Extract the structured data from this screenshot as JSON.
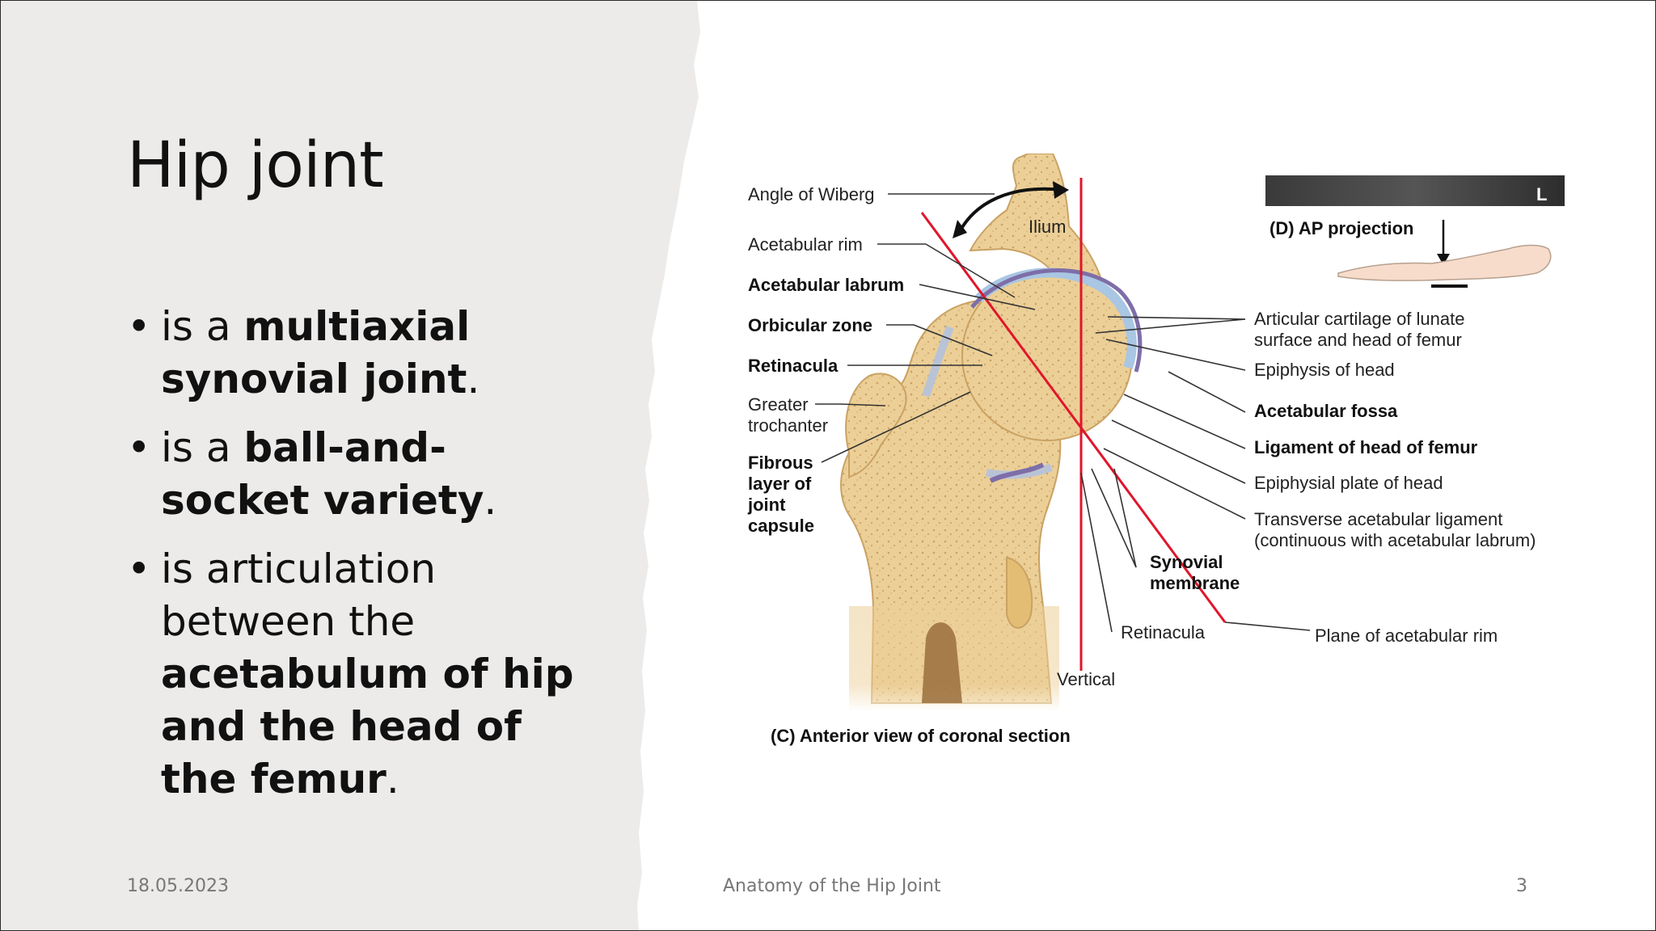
{
  "slide": {
    "title": "Hip joint",
    "bullets": [
      {
        "segments": [
          {
            "t": "is a ",
            "b": false
          },
          {
            "t": "multiaxial synovial joint",
            "b": true
          },
          {
            "t": ".",
            "b": false
          }
        ]
      },
      {
        "segments": [
          {
            "t": "is a ",
            "b": false
          },
          {
            "t": "ball-and-socket variety",
            "b": true
          },
          {
            "t": ".",
            "b": false
          }
        ]
      },
      {
        "segments": [
          {
            "t": "is articulation between the ",
            "b": false
          },
          {
            "t": "acetabulum of hip and the head of the femur",
            "b": true
          },
          {
            "t": ".",
            "b": false
          }
        ]
      }
    ]
  },
  "footer": {
    "date": "18.05.2023",
    "title": "Anatomy of the Hip Joint",
    "page": "3"
  },
  "figure": {
    "labels": {
      "angle_of_wiberg": "Angle of Wiberg",
      "ilium": "Ilium",
      "acetabular_rim": "Acetabular rim",
      "acetabular_labrum": "Acetabular labrum",
      "orbicular_zone": "Orbicular zone",
      "retinacula_left": "Retinacula",
      "greater_trochanter_1": "Greater",
      "greater_trochanter_2": "trochanter",
      "fibrous_1": "Fibrous",
      "fibrous_2": "layer of",
      "fibrous_3": "joint",
      "fibrous_4": "capsule",
      "articular_cartilage_1": "Articular cartilage of lunate",
      "articular_cartilage_2": "surface and head of femur",
      "epiphysis_of_head": "Epiphysis of head",
      "acetabular_fossa": "Acetabular fossa",
      "ligament_of_head": "Ligament of head of femur",
      "epiphysial_plate": "Epiphysial plate of head",
      "transverse_ligament_1": "Transverse acetabular ligament",
      "transverse_ligament_2": "(continuous with acetabular labrum)",
      "synovial_1": "Synovial",
      "synovial_2": "membrane",
      "retinacula_bottom": "Retinacula",
      "plane_of_rim": "Plane of acetabular rim",
      "vertical": "Vertical",
      "caption_c": "(C)  Anterior view of coronal section",
      "caption_d": "(D) AP projection",
      "inset_letter": "L"
    },
    "colors": {
      "bone": "#e8c98f",
      "bone_dark": "#c9a263",
      "cartilage": "#a9c6e3",
      "synovial": "#7e6ea8",
      "red_line": "#e0162b",
      "panel_gray": "#ececeb"
    }
  }
}
